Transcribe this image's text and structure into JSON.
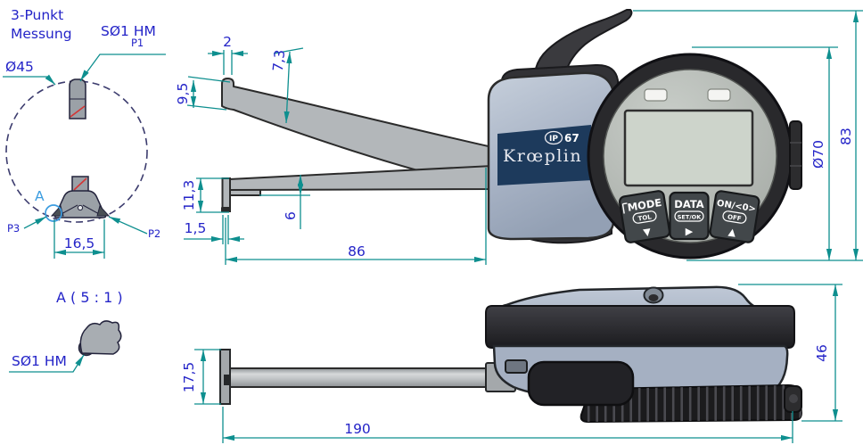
{
  "colors": {
    "dimension_lines": "#0e8f8f",
    "dimension_text": "#2424c8",
    "detail_label_blue": "#3d9de0",
    "drawing_outline": "#3c3c6e",
    "hatch_red": "#d43535",
    "device_body": "#a9b4c6",
    "brand_panel": "#1d3a5c",
    "device_dark": "#29292c",
    "lcd_screen": "#cdd4cb"
  },
  "schematic": {
    "title": [
      "3-Punkt",
      "Messung"
    ],
    "probe_label": "SØ1 HM",
    "point_labels": {
      "p1": "P1",
      "p2": "P2",
      "p3": "P3"
    },
    "diameter": "Ø45",
    "detail_marker": "A",
    "dim_width": "16,5"
  },
  "detail_view": {
    "title": "A ( 5 : 1 )",
    "probe_label": "SØ1 HM"
  },
  "side_view": {
    "dim_tip_width": "2",
    "dim_hook_depth": "7,3",
    "dim_hook_height": "9,5",
    "dim_lower_tip_height": "11,3",
    "dim_step_depth": "6",
    "dim_tip_thickness": "1,5",
    "dim_arm_length": "86",
    "dim_face_diameter": "Ø70",
    "dim_overall_height": "83"
  },
  "top_view": {
    "dim_tip_height": "17,5",
    "dim_overall_length": "190",
    "dim_body_height": "46"
  },
  "device": {
    "brand": "Krœplin",
    "ip_rating": {
      "prefix": "IP",
      "value": "67"
    },
    "buttons": [
      {
        "label": "MODE",
        "pill": "TOL",
        "arrow": "▼"
      },
      {
        "label": "DATA",
        "pill": "SET/OK",
        "arrow": "▶"
      },
      {
        "label": "ON/<0>",
        "pill": "OFF",
        "arrow": "▲"
      }
    ]
  }
}
